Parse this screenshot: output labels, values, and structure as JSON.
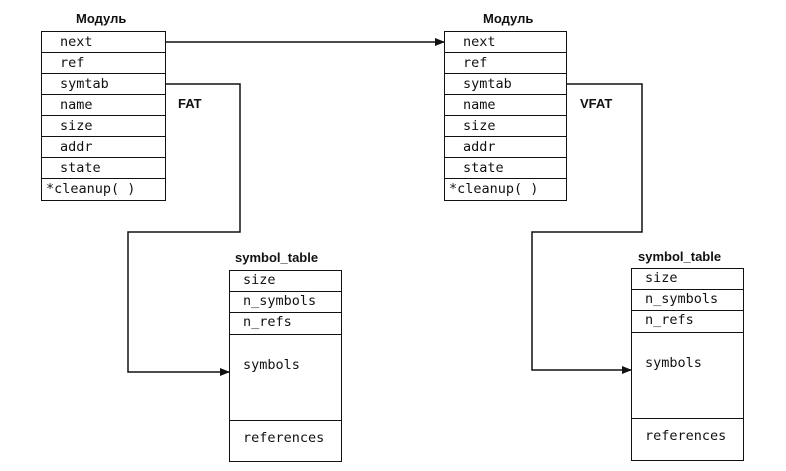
{
  "modules": [
    {
      "title": "Модуль",
      "fields": [
        "next",
        "ref",
        "symtab",
        "name",
        "size",
        "addr",
        "state",
        "*cleanup( )"
      ],
      "fs_label": "FAT"
    },
    {
      "title": "Модуль",
      "fields": [
        "next",
        "ref",
        "symtab",
        "name",
        "size",
        "addr",
        "state",
        "*cleanup( )"
      ],
      "fs_label": "VFAT"
    }
  ],
  "symbol_tables": [
    {
      "title": "symbol_table",
      "fields": [
        "size",
        "n_symbols",
        "n_refs",
        "symbols",
        "references"
      ]
    },
    {
      "title": "symbol_table",
      "fields": [
        "size",
        "n_symbols",
        "n_refs",
        "symbols",
        "references"
      ]
    }
  ],
  "colors": {
    "line": "#111111",
    "background": "#ffffff"
  }
}
